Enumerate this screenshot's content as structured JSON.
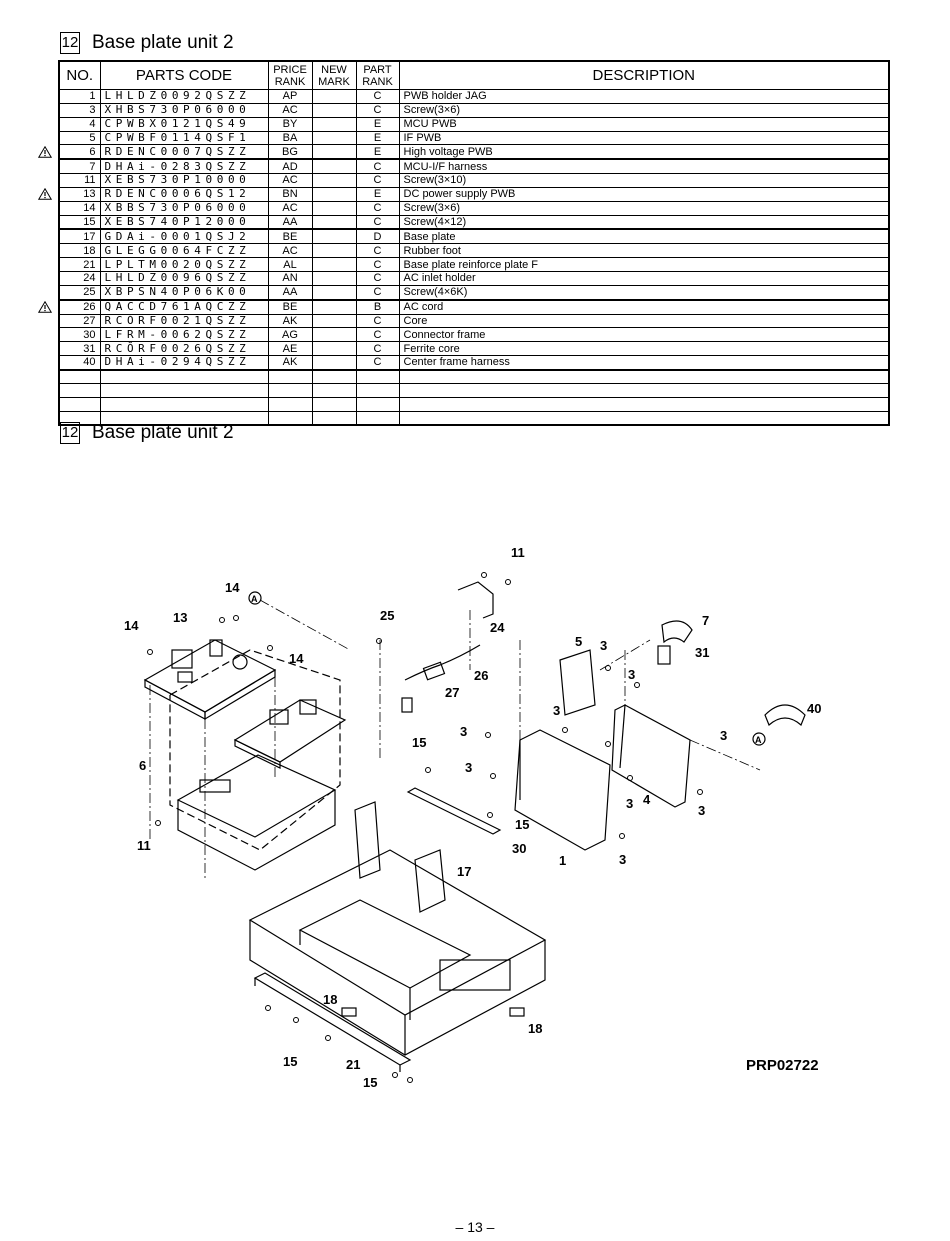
{
  "section": {
    "number": "12",
    "title": "Base plate unit 2"
  },
  "table": {
    "headers": {
      "no": "NO.",
      "parts_code": "PARTS CODE",
      "price_rank": [
        "PRICE",
        "RANK"
      ],
      "new_mark": [
        "NEW",
        "MARK"
      ],
      "part_rank": [
        "PART",
        "RANK"
      ],
      "description": "DESCRIPTION"
    },
    "rows": [
      {
        "no": "1",
        "code": "LHLDZ0092QSZZ",
        "price": "AP",
        "new": "",
        "part": "C",
        "desc": "PWB holder JAG",
        "warn": false
      },
      {
        "no": "3",
        "code": "XHBS730P06000",
        "price": "AC",
        "new": "",
        "part": "C",
        "desc": "Screw(3×6)",
        "warn": false
      },
      {
        "no": "4",
        "code": "CPWBX0121QS49",
        "price": "BY",
        "new": "",
        "part": "E",
        "desc": "MCU PWB",
        "warn": false
      },
      {
        "no": "5",
        "code": "CPWBF0114QSF1",
        "price": "BA",
        "new": "",
        "part": "E",
        "desc": "IF PWB",
        "warn": false
      },
      {
        "no": "6",
        "code": "RDENC0007QSZZ",
        "price": "BG",
        "new": "",
        "part": "E",
        "desc": "High voltage PWB",
        "warn": true
      },
      {
        "no": "7",
        "code": "DHAi-0283QSZZ",
        "price": "AD",
        "new": "",
        "part": "C",
        "desc": "MCU-I/F harness",
        "warn": false
      },
      {
        "no": "11",
        "code": "XEBS730P10000",
        "price": "AC",
        "new": "",
        "part": "C",
        "desc": "Screw(3×10)",
        "warn": false
      },
      {
        "no": "13",
        "code": "RDENC0006QS12",
        "price": "BN",
        "new": "",
        "part": "E",
        "desc": "DC power supply PWB",
        "warn": true
      },
      {
        "no": "14",
        "code": "XBBS730P06000",
        "price": "AC",
        "new": "",
        "part": "C",
        "desc": "Screw(3×6)",
        "warn": false
      },
      {
        "no": "15",
        "code": "XEBS740P12000",
        "price": "AA",
        "new": "",
        "part": "C",
        "desc": "Screw(4×12)",
        "warn": false
      },
      {
        "no": "17",
        "code": "GDAi-0001QSJ2",
        "price": "BE",
        "new": "",
        "part": "D",
        "desc": "Base plate",
        "warn": false
      },
      {
        "no": "18",
        "code": "GLEGG0064FCZZ",
        "price": "AC",
        "new": "",
        "part": "C",
        "desc": "Rubber foot",
        "warn": false
      },
      {
        "no": "21",
        "code": "LPLTM0020QSZZ",
        "price": "AL",
        "new": "",
        "part": "C",
        "desc": "Base plate reinforce plate F",
        "warn": false
      },
      {
        "no": "24",
        "code": "LHLDZ0096QSZZ",
        "price": "AN",
        "new": "",
        "part": "C",
        "desc": "AC inlet holder",
        "warn": false
      },
      {
        "no": "25",
        "code": "XBPSN40P06K00",
        "price": "AA",
        "new": "",
        "part": "C",
        "desc": "Screw(4×6K)",
        "warn": false
      },
      {
        "no": "26",
        "code": "QACCD761AQCZZ",
        "price": "BE",
        "new": "",
        "part": "B",
        "desc": "AC cord",
        "warn": true
      },
      {
        "no": "27",
        "code": "RCŎRF0021QSZZ",
        "price": "AK",
        "new": "",
        "part": "C",
        "desc": "Core",
        "warn": false
      },
      {
        "no": "30",
        "code": "LFRM-0062QSZZ",
        "price": "AG",
        "new": "",
        "part": "C",
        "desc": "Connector frame",
        "warn": false
      },
      {
        "no": "31",
        "code": "RCŎRF0026QSZZ",
        "price": "AE",
        "new": "",
        "part": "C",
        "desc": "Ferrite core",
        "warn": false
      },
      {
        "no": "40",
        "code": "DHAi-0294QSZZ",
        "price": "AK",
        "new": "",
        "part": "C",
        "desc": "Center frame harness",
        "warn": false
      }
    ]
  },
  "diagram": {
    "code": "PRP02722",
    "callouts": [
      "1",
      "3",
      "4",
      "5",
      "6",
      "7",
      "11",
      "13",
      "14",
      "15",
      "17",
      "18",
      "21",
      "24",
      "25",
      "26",
      "27",
      "30",
      "31",
      "40",
      "A"
    ]
  },
  "page_number": "– 13 –",
  "icons": {
    "warning": "warning-triangle-icon"
  }
}
